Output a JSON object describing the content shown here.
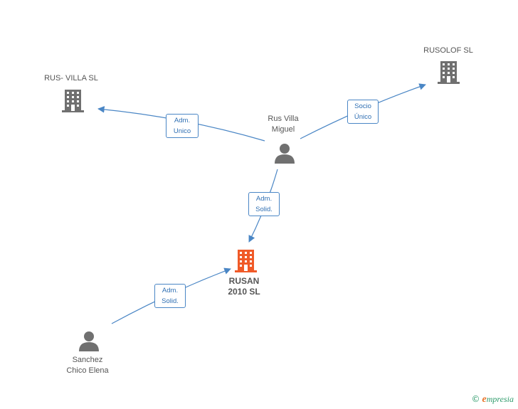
{
  "nodes": {
    "rus_villa_sl": {
      "label": "RUS- VILLA  SL",
      "type": "company"
    },
    "rusolof_sl": {
      "label": "RUSOLOF SL",
      "type": "company"
    },
    "rus_villa_miguel": {
      "label_line1": "Rus Villa",
      "label_line2": "Miguel",
      "type": "person"
    },
    "rusan_2010_sl": {
      "label_line1": "RUSAN",
      "label_line2": "2010 SL",
      "type": "company",
      "highlight": true
    },
    "sanchez_chico_elena": {
      "label_line1": "Sanchez",
      "label_line2": "Chico Elena",
      "type": "person"
    }
  },
  "edges": {
    "adm_unico": {
      "line1": "Adm.",
      "line2": "Unico"
    },
    "socio_unico": {
      "line1": "Socio",
      "line2": "Único"
    },
    "adm_solid_miguel": {
      "line1": "Adm.",
      "line2": "Solid."
    },
    "adm_solid_elena": {
      "line1": "Adm.",
      "line2": "Solid."
    }
  },
  "colors": {
    "edge": "#4a86c5",
    "company": "#707070",
    "company_highlight": "#f05a28",
    "person": "#707070"
  },
  "brand": {
    "copyright": "©",
    "initial": "e",
    "rest": "mpresia"
  }
}
